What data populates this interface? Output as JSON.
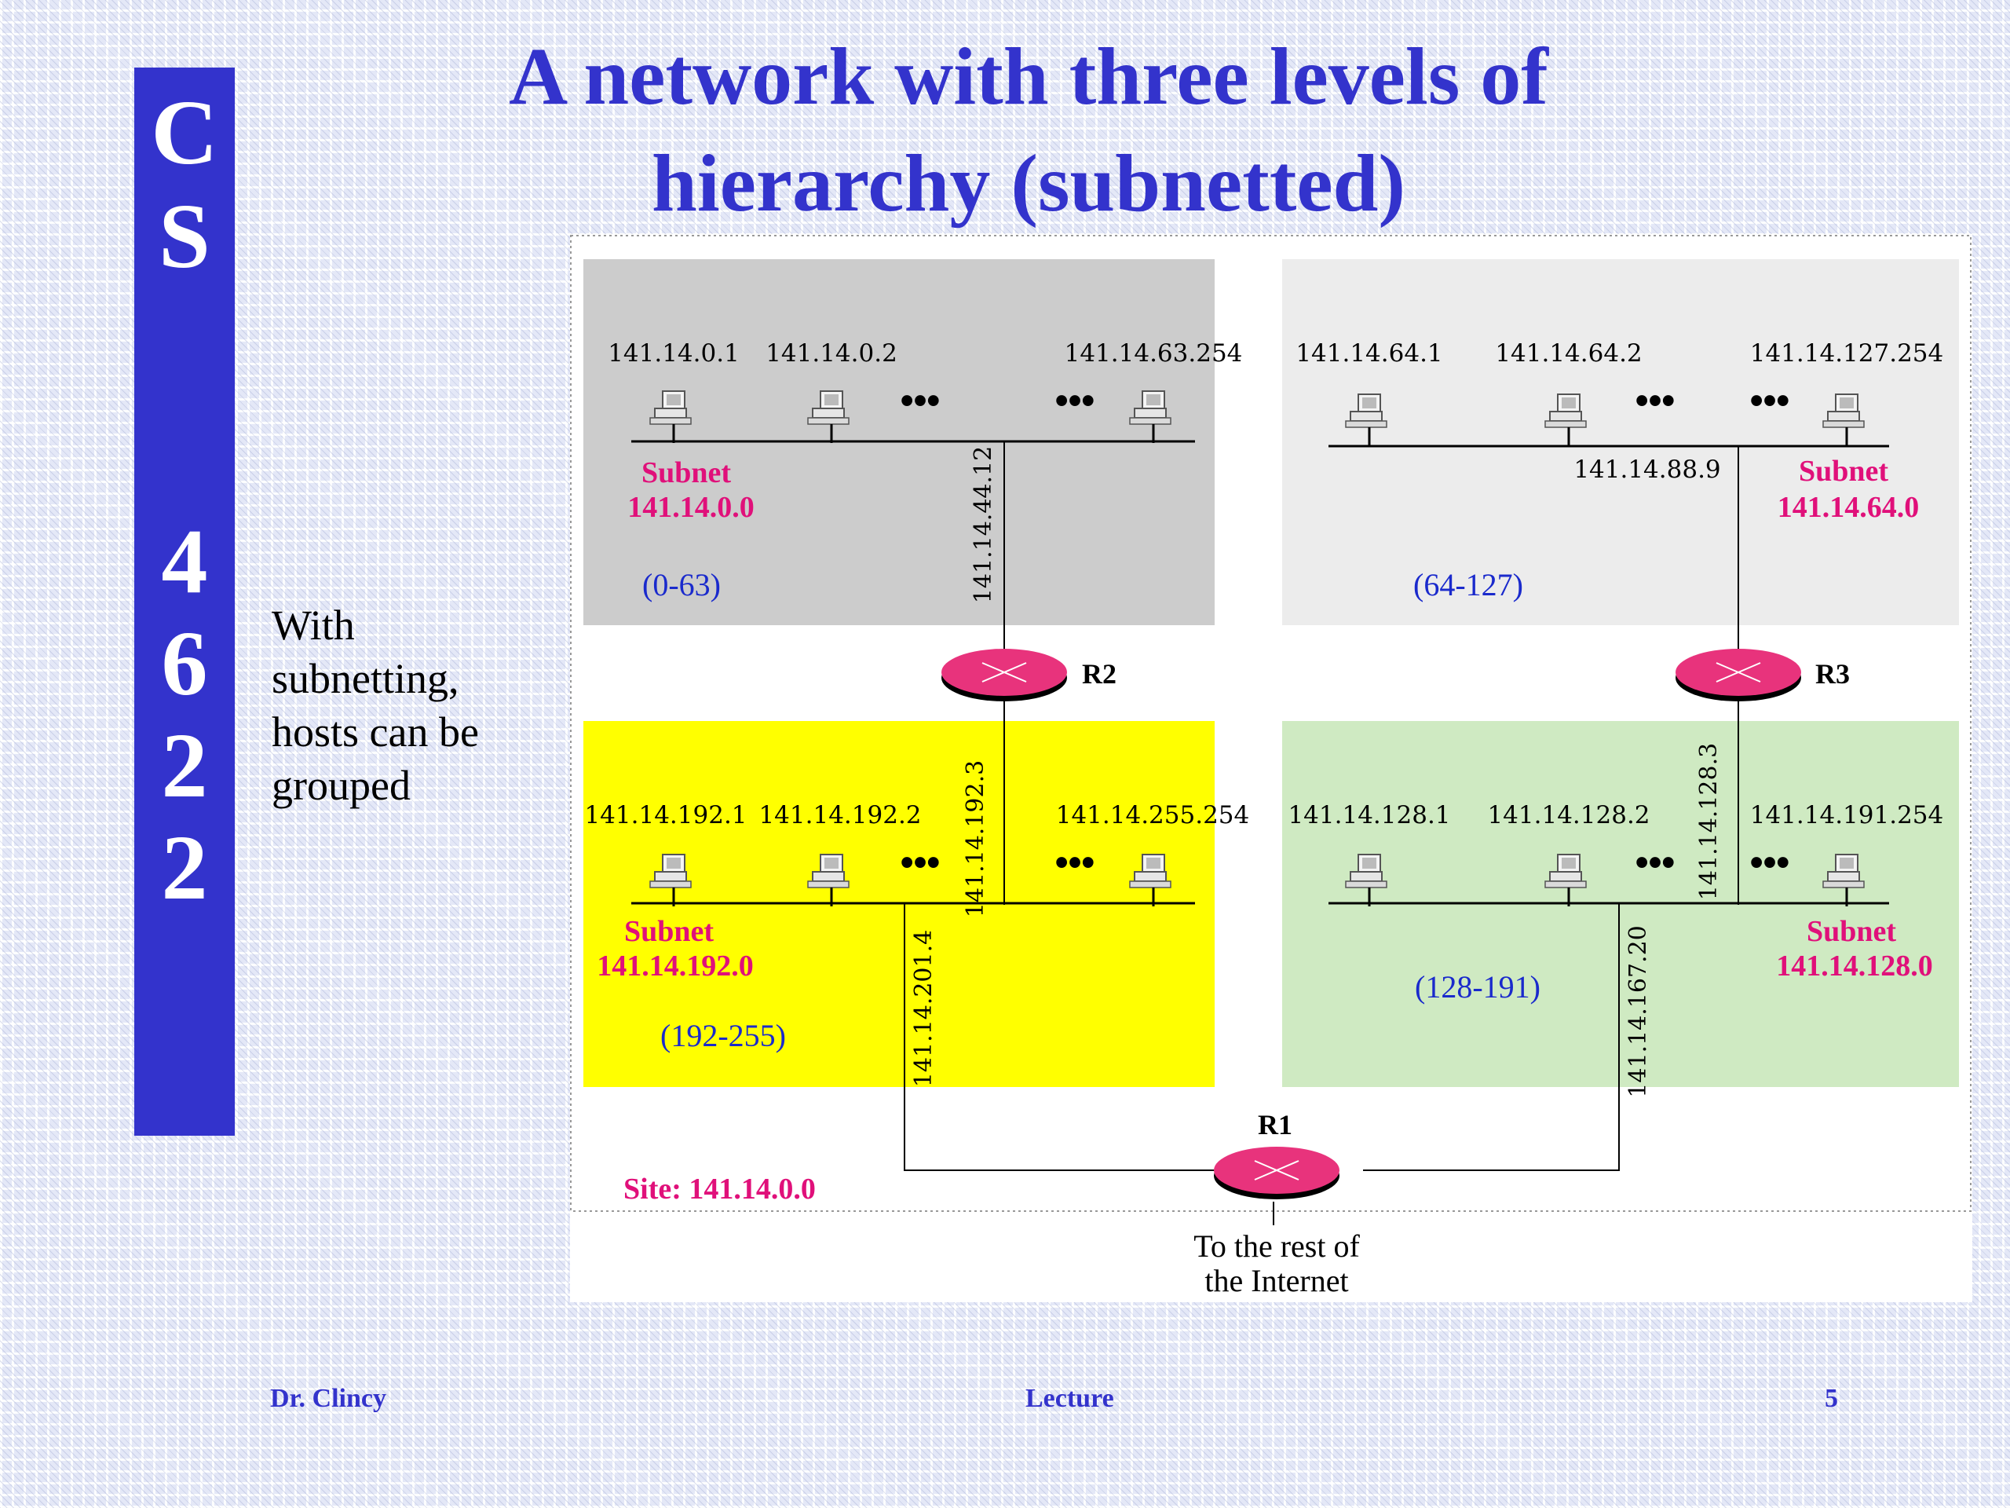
{
  "sidebar": {
    "letters": [
      "C",
      "S",
      "4",
      "6",
      "2",
      "2"
    ]
  },
  "title": {
    "line1": "A network with three levels of",
    "line2": "hierarchy (subnetted)"
  },
  "side_note": "With subnetting, hosts can be grouped",
  "diagram": {
    "subnets": [
      {
        "id": "s0",
        "fill": "#cccccc",
        "label": "Subnet",
        "address": "141.14.0.0",
        "range": "(0-63)",
        "hosts": [
          "141.14.0.1",
          "141.14.0.2",
          "141.14.63.254"
        ],
        "ellipsis": "•••",
        "router_link": "141.14.44.12"
      },
      {
        "id": "s64",
        "fill": "#ececec",
        "label": "Subnet",
        "address": "141.14.64.0",
        "range": "(64-127)",
        "hosts": [
          "141.14.64.1",
          "141.14.64.2",
          "141.14.127.254"
        ],
        "ellipsis": "•••",
        "router_link": "141.14.88.9"
      },
      {
        "id": "s192",
        "fill": "#ffff00",
        "label": "Subnet",
        "address": "141.14.192.0",
        "range": "(192-255)",
        "hosts": [
          "141.14.192.1",
          "141.14.192.2",
          "141.14.255.254"
        ],
        "ellipsis": "•••",
        "router_link": "141.14.192.3",
        "r1_link": "141.14.201.4"
      },
      {
        "id": "s128",
        "fill": "#cfeac2",
        "label": "Subnet",
        "address": "141.14.128.0",
        "range": "(128-191)",
        "hosts": [
          "141.14.128.1",
          "141.14.128.2",
          "141.14.191.254"
        ],
        "ellipsis": "•••",
        "router_link": "141.14.128.3",
        "r1_link": "141.14.167.20"
      }
    ],
    "routers": [
      "R2",
      "R3",
      "R1"
    ],
    "site": "Site: 141.14.0.0",
    "internet_line1": "To the rest of",
    "internet_line2": "the Internet",
    "colors": {
      "subnet_text": "#e0107a",
      "range_text": "#1a2acc",
      "router": "#e8337c"
    }
  },
  "footer": {
    "author": "Dr. Clincy",
    "center": "Lecture",
    "page": "5"
  }
}
